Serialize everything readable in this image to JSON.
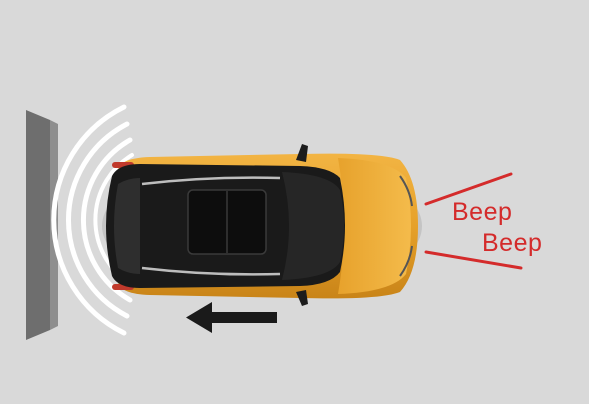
{
  "colors": {
    "background": "#d9d9d9",
    "wall": "#707070",
    "wall_edge": "#9a9a9a",
    "sensor_waves": "#ffffff",
    "car_body": "#e6a12a",
    "car_body_dark": "#c97d12",
    "roof": "#1c1c1c",
    "glass": "#2b2b2b",
    "arrow": "#1a1a1a",
    "beep": "#d42b2b"
  },
  "icons": {
    "wall": "wall-obstacle",
    "waves": "parking-sensor-waves-icon",
    "car": "car-top-view-icon",
    "arrow": "reverse-direction-arrow-icon",
    "sound": "alert-sound-lines-icon"
  },
  "labels": {
    "beep_1": "Beep",
    "beep_2": "Beep"
  }
}
